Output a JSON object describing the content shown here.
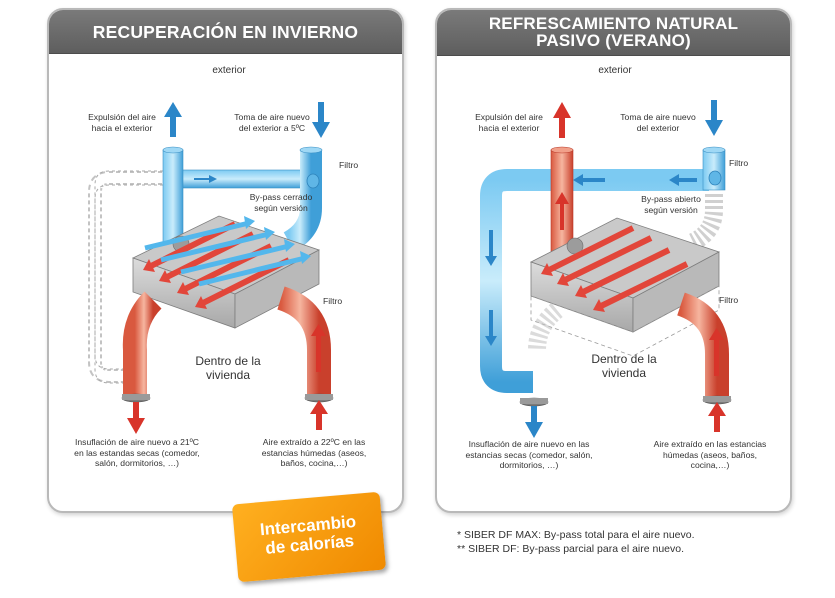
{
  "left_panel": {
    "title": "RECUPERACIÓN EN INVIERNO",
    "exterior": "exterior",
    "expulsion": [
      "Expulsión del aire",
      "hacia el exterior"
    ],
    "toma": [
      "Toma de aire nuevo",
      "del exterior a 5ºC"
    ],
    "filtro_top": "Filtro",
    "bypass": [
      "By-pass cerrado",
      "según versión"
    ],
    "filtro_mid": "Filtro",
    "dentro": [
      "Dentro de la",
      "vivienda"
    ],
    "insuflacion": [
      "Insuflación de aire nuevo a 21ºC",
      "en las estandas secas (comedor,",
      "salón, dormitorios, …)"
    ],
    "extraido": [
      "Aire extraído a 22ºC en las",
      "estancias húmedas (aseos,",
      "baños, cocina,…)"
    ]
  },
  "right_panel": {
    "title": [
      "REFRESCAMIENTO NATURAL",
      "PASIVO (VERANO)"
    ],
    "exterior": "exterior",
    "expulsion": [
      "Expulsión del aire",
      "hacia el exterior"
    ],
    "toma": [
      "Toma de aire nuevo",
      "del exterior"
    ],
    "filtro_top": "Filtro",
    "bypass": [
      "By-pass abierto",
      "según versión"
    ],
    "filtro_mid": "Filtro",
    "dentro": [
      "Dentro de la",
      "vivienda"
    ],
    "insuflacion": [
      "Insuflación de aire nuevo en las",
      "estancias secas (comedor, salón,",
      "dormitorios, …)"
    ],
    "extraido": [
      "Aire extraído en las estancias",
      "húmedas (aseos, baños,",
      "cocina,…)"
    ]
  },
  "badge": [
    "Intercambio",
    "de calorías"
  ],
  "footnotes": [
    "* SIBER DF MAX: By-pass total para el aire nuevo.",
    "** SIBER DF: By-pass parcial para el aire nuevo."
  ],
  "colors": {
    "blue": "#3aa6e0",
    "red": "#e2463a",
    "header": "#666666",
    "badge": "#f59a10"
  }
}
